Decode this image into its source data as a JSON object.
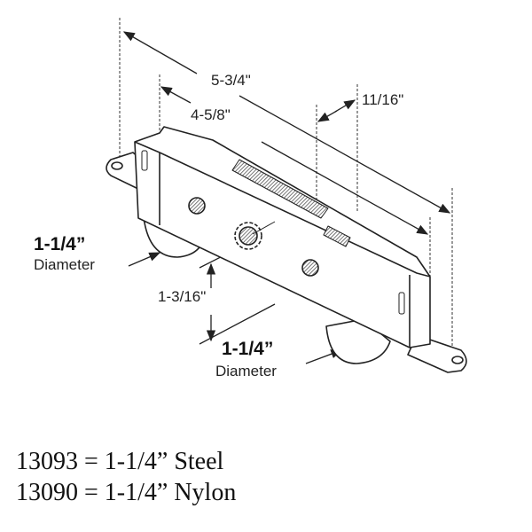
{
  "dimensions": {
    "overall_length": "5-3/4\"",
    "wheel_span": "4-5/8\"",
    "width": "11/16\"",
    "axle_height": "1-3/16\"",
    "wheel_left_size": "1-1/4”",
    "wheel_left_label": "Diameter",
    "wheel_right_size": "1-1/4”",
    "wheel_right_label": "Diameter"
  },
  "parts": [
    {
      "text": "13093 = 1-1/4” Steel"
    },
    {
      "text": "13090 = 1-1/4” Nylon"
    }
  ],
  "colors": {
    "line": "#222222",
    "hatch": "#555555"
  }
}
